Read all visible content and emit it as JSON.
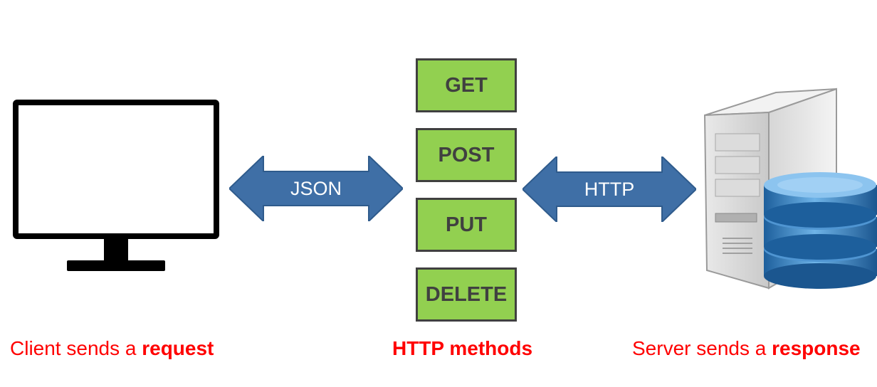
{
  "arrows": {
    "left_label": "JSON",
    "right_label": "HTTP"
  },
  "methods": [
    "GET",
    "POST",
    "PUT",
    "DELETE"
  ],
  "captions": {
    "client_prefix": "Client sends a ",
    "client_bold": "request",
    "center": "HTTP methods",
    "server_prefix": "Server sends a ",
    "server_bold": "response"
  },
  "colors": {
    "arrow_fill": "#3f6fa6",
    "method_fill": "#92d050",
    "method_border": "#404040",
    "caption": "#ff0000"
  },
  "icons": [
    "monitor-icon",
    "server-icon",
    "database-icon"
  ]
}
